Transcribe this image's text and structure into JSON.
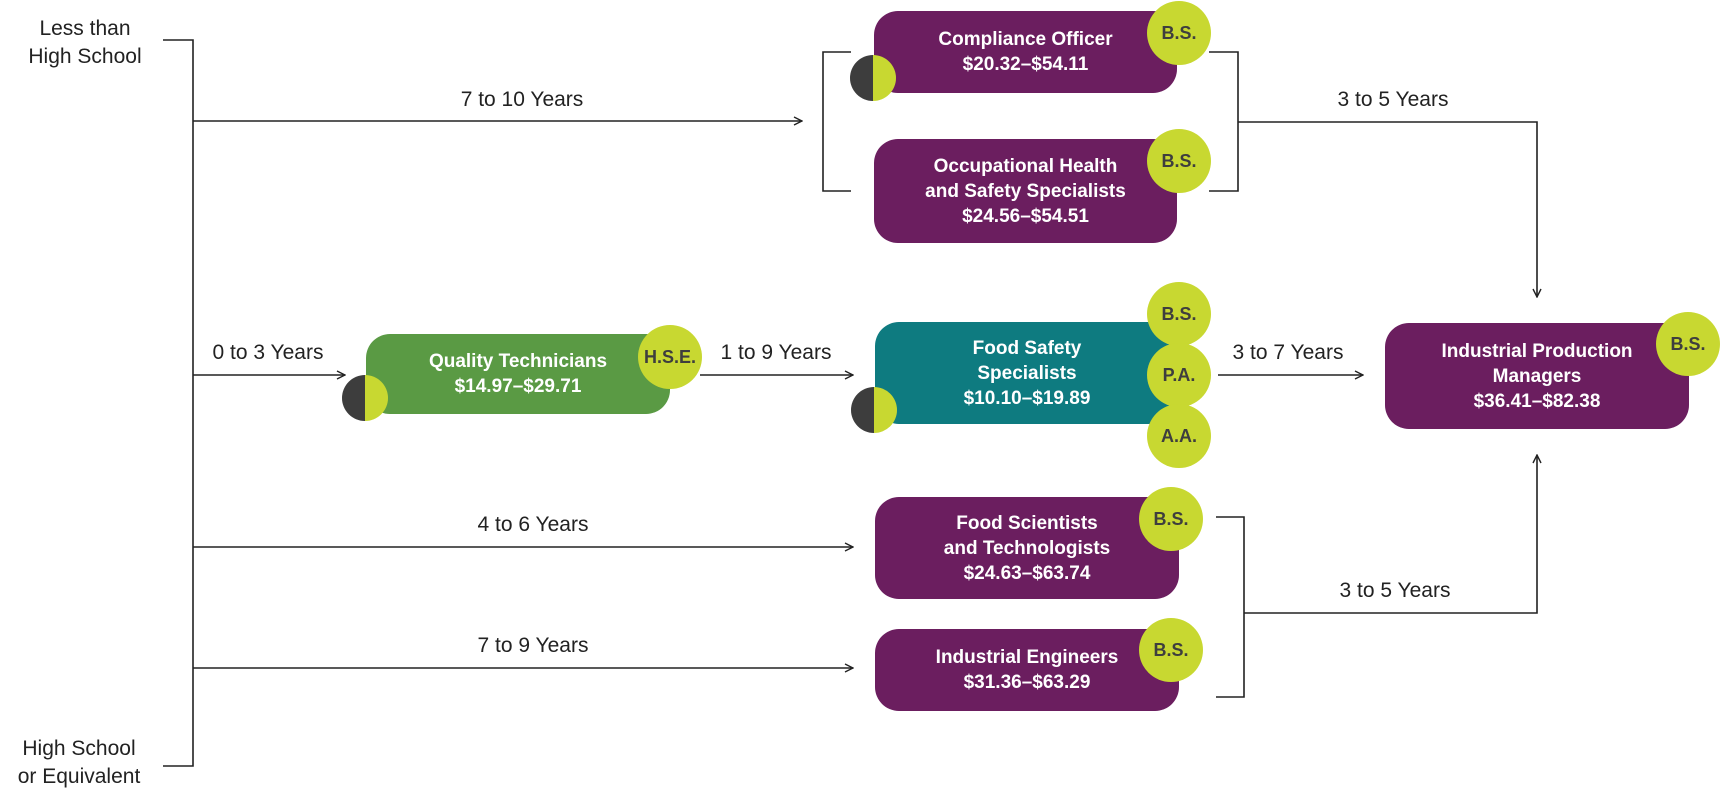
{
  "education_levels": {
    "low": "Less than\nHigh School",
    "high": "High School\nor Equivalent"
  },
  "durations": {
    "to_compliance": "7 to 10 Years",
    "to_quality": "0 to 3 Years",
    "quality_to_food_safety": "1 to 9 Years",
    "food_safety_to_manager": "3 to 7 Years",
    "to_food_scientists": "4 to 6 Years",
    "to_engineers": "7 to 9 Years",
    "upper_to_manager": "3 to 5 Years",
    "lower_to_manager": "3 to 5 Years"
  },
  "jobs": {
    "compliance": {
      "title": "Compliance Officer",
      "wage": "$20.32–$54.11",
      "badges": [
        "B.S."
      ]
    },
    "ohs": {
      "title": "Occupational Health\nand Safety Specialists",
      "wage": "$24.56–$54.51",
      "badges": [
        "B.S."
      ]
    },
    "quality": {
      "title": "Quality Technicians",
      "wage": "$14.97–$29.71",
      "badges": [
        "H.S.E."
      ]
    },
    "food_safety": {
      "title": "Food Safety\nSpecialists",
      "wage": "$10.10–$19.89",
      "badges": [
        "B.S.",
        "P.A.",
        "A.A."
      ]
    },
    "food_scientists": {
      "title": "Food Scientists\nand Technologists",
      "wage": "$24.63–$63.74",
      "badges": [
        "B.S."
      ]
    },
    "engineers": {
      "title": "Industrial Engineers",
      "wage": "$31.36–$63.29",
      "badges": [
        "B.S."
      ]
    },
    "manager": {
      "title": "Industrial Production\nManagers",
      "wage": "$36.41–$82.38",
      "badges": [
        "B.S."
      ]
    }
  },
  "colors": {
    "purple": "#6b1e5f",
    "green": "#5a9a44",
    "teal": "#0e7b80",
    "badge": "#c8d831",
    "dark": "#3d3d3d"
  }
}
